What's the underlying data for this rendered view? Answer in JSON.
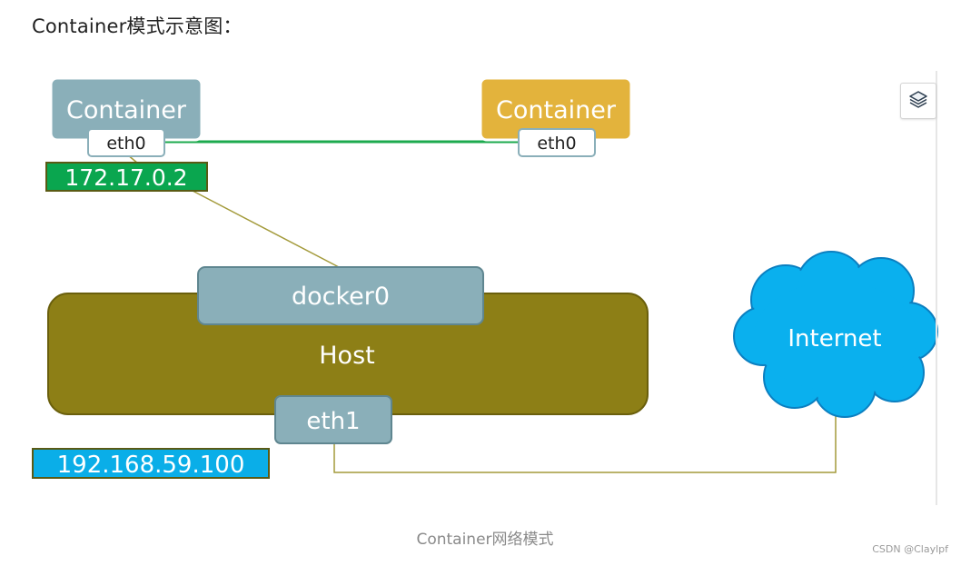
{
  "heading": "Container模式示意图：",
  "caption": "Container网络模式",
  "watermark": "CSDN @Claylpf",
  "nodes": {
    "container_left": {
      "label": "Container",
      "iface": "eth0",
      "ip": "172.17.0.2"
    },
    "container_right": {
      "label": "Container",
      "iface": "eth0"
    },
    "docker0": {
      "label": "docker0"
    },
    "host": {
      "label": "Host"
    },
    "eth1": {
      "label": "eth1",
      "ip": "192.168.59.100"
    },
    "internet": {
      "label": "Internet"
    }
  },
  "colors": {
    "container_left": "#8aafb9",
    "container_right": "#e3b33c",
    "docker0": "#8aafb9",
    "host": "#8d7f16",
    "ip_green": "#0aa64f",
    "ip_blue": "#0aaee8",
    "internet": "#0ab0ee",
    "link_green": "#1caa4e",
    "link_olive": "#a39a3a"
  },
  "icons": {
    "layers": "layers-icon"
  }
}
